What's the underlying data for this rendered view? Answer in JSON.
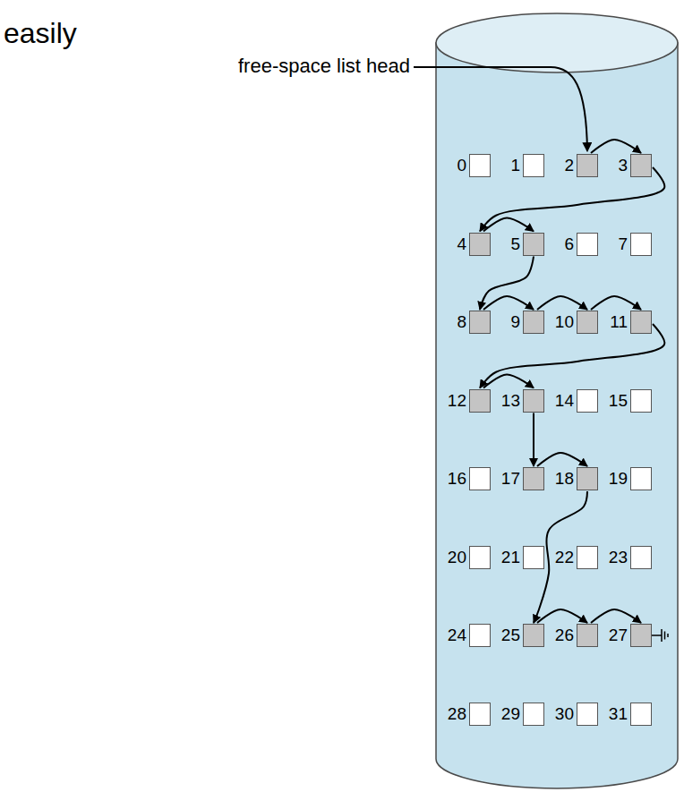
{
  "diagram": {
    "nodes": [
      {
        "text": [
          "0"
        ]
      },
      {
        "text": [
          "1"
        ]
      },
      {
        "text": [
          "2"
        ]
      },
      {
        "text": [
          "3"
        ]
      },
      {
        "text": [
          "4"
        ]
      },
      {
        "text": [
          "5"
        ]
      },
      {
        "text": [
          "6"
        ]
      },
      {
        "text": [
          "7"
        ]
      },
      {
        "text": [
          "8"
        ]
      },
      {
        "text": [
          "9"
        ]
      },
      {
        "text": [
          "10"
        ]
      },
      {
        "text": [
          "11"
        ]
      },
      {
        "text": [
          "12"
        ]
      },
      {
        "text": [
          "13"
        ]
      },
      {
        "text": [
          "14"
        ]
      },
      {
        "text": [
          "15"
        ]
      },
      {
        "text": [
          "16"
        ]
      },
      {
        "text": [
          "17"
        ]
      },
      {
        "text": [
          "18"
        ]
      },
      {
        "text": [
          "19"
        ]
      },
      {
        "text": [
          "20"
        ]
      },
      {
        "text": [
          "21"
        ]
      },
      {
        "text": [
          "22"
        ]
      },
      {
        "text": [
          "23"
        ]
      },
      {
        "text": [
          "24"
        ]
      },
      {
        "text": [
          "25"
        ]
      },
      {
        "text": [
          "26"
        ]
      },
      {
        "text": [
          "27"
        ]
      },
      {
        "text": [
          "28"
        ]
      },
      {
        "text": [
          "29"
        ]
      },
      {
        "text": [
          "30"
        ]
      },
      {
        "text": [
          "31"
        ]
      }
    ],
    "edges": [
      {
        "from": 2,
        "to": 3,
        "arrow": "to"
      },
      {
        "from": 3,
        "to": 4,
        "arrow": "to"
      },
      {
        "from": 4,
        "to": 5,
        "arrow": "to"
      },
      {
        "from": 5,
        "to": 8,
        "arrow": "to"
      },
      {
        "from": 8,
        "to": 9,
        "arrow": "to"
      },
      {
        "from": 9,
        "to": 10,
        "arrow": "to"
      },
      {
        "from": 10,
        "to": 11,
        "arrow": "to"
      },
      {
        "from": 11,
        "to": 12,
        "arrow": "to"
      },
      {
        "from": 12,
        "to": 13,
        "arrow": "to"
      },
      {
        "from": 13,
        "to": 17,
        "arrow": "to"
      },
      {
        "from": 17,
        "to": 18,
        "arrow": "to"
      },
      {
        "from": 18,
        "to": 25,
        "arrow": "to"
      },
      {
        "from": 25,
        "to": 26,
        "arrow": "to"
      },
      {
        "from": 26,
        "to": 27,
        "arrow": "to"
      }
    ],
    "labels": [
      "easily",
      "free-space list head"
    ]
  }
}
